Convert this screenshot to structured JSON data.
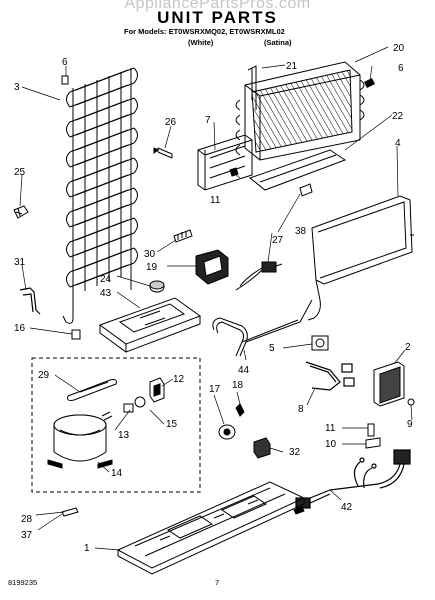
{
  "watermark": "AppliancePartsPros.com",
  "header": {
    "title": "UNIT PARTS",
    "models_line": "For Models: ET0WSRXMQ02, ET0WSRXML02",
    "variant_1": "(White)",
    "variant_2": "(Satina)"
  },
  "footer": {
    "doc_number": "8199235",
    "page_number": "7"
  },
  "callouts": {
    "c1": "1",
    "c2": "2",
    "c3": "3",
    "c4": "4",
    "c5": "5",
    "c6a": "6",
    "c6b": "6",
    "c7": "7",
    "c8": "8",
    "c9": "9",
    "c10": "10",
    "c11a": "11",
    "c11b": "11",
    "c12": "12",
    "c13": "13",
    "c14": "14",
    "c15": "15",
    "c16": "16",
    "c17": "17",
    "c18": "18",
    "c19": "19",
    "c20": "20",
    "c21": "21",
    "c22": "22",
    "c24": "24",
    "c25": "25",
    "c26": "26",
    "c27": "27",
    "c28": "28",
    "c29": "29",
    "c30": "30",
    "c31": "31",
    "c32": "32",
    "c37": "37",
    "c38": "38",
    "c42": "42",
    "c43": "43",
    "c44": "44"
  }
}
